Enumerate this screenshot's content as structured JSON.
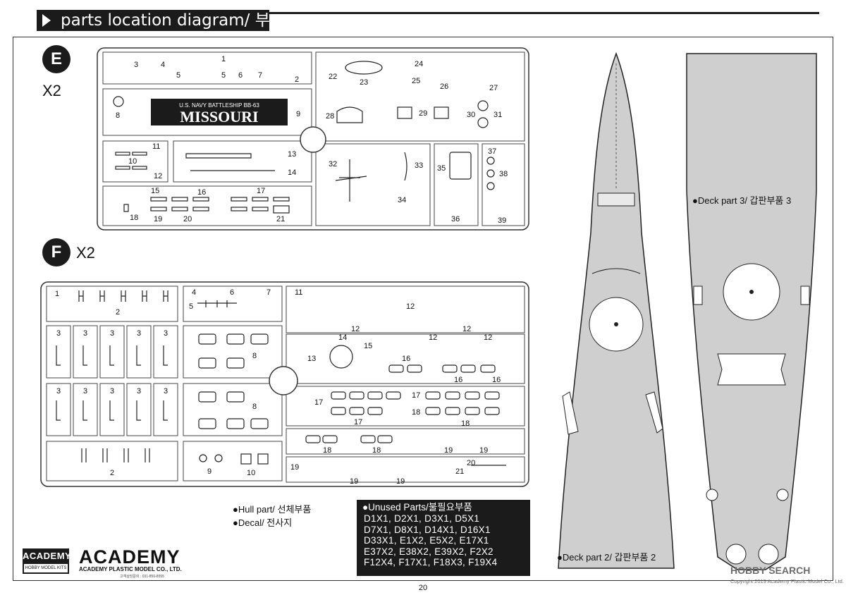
{
  "header": {
    "title": "parts location diagram/ 부품도"
  },
  "sprue_e": {
    "letter": "E",
    "count": "X2",
    "part_numbers": [
      "1",
      "2",
      "3",
      "4",
      "5",
      "5",
      "6",
      "7",
      "8",
      "9",
      "10",
      "11",
      "12",
      "13",
      "14",
      "15",
      "16",
      "17",
      "18",
      "19",
      "20",
      "21",
      "22",
      "23",
      "24",
      "25",
      "26",
      "27",
      "28",
      "29",
      "30",
      "31",
      "32",
      "33",
      "34",
      "35",
      "36",
      "37",
      "38",
      "39"
    ],
    "plate_line1": "U.S. NAVY BATTLESHIP BB-63",
    "plate_line2": "MISSOURI"
  },
  "sprue_f": {
    "letter": "F",
    "count": "X2",
    "part_numbers": [
      "1",
      "2",
      "2",
      "3",
      "3",
      "3",
      "3",
      "3",
      "3",
      "3",
      "3",
      "3",
      "3",
      "4",
      "5",
      "6",
      "7",
      "8",
      "8",
      "9",
      "10",
      "11",
      "12",
      "12",
      "12",
      "12",
      "12",
      "13",
      "14",
      "15",
      "16",
      "16",
      "16",
      "17",
      "17",
      "17",
      "18",
      "18",
      "18",
      "18",
      "19",
      "19",
      "19",
      "19",
      "19",
      "20",
      "21"
    ]
  },
  "deck_labels": {
    "deck3": "●Deck part 3/ 갑판부품 3",
    "deck2": "●Deck part 2/ 갑판부품 2"
  },
  "legend": {
    "hull": "●Hull part/ 선체부품",
    "decal": "●Decal/ 전사지"
  },
  "unused": {
    "title": "●Unused Parts/불필요부품",
    "rows": [
      "D1X1,  D2X1,  D3X1,  D5X1",
      "D7X1,  D8X1,  D14X1,  D16X1",
      "D33X1,  E1X2,  E5X2,  E17X1",
      "E37X2,  E38X2,  E39X2,  F2X2",
      "F12X4,  F17X1,  F18X3,  F19X4"
    ]
  },
  "logo": {
    "badge": "ACADEMY",
    "badge_sub": "HOBBY MODEL KITS",
    "wordmark": "ACADEMY",
    "company": "ACADEMY PLASTIC MODEL CO., LTD.",
    "contact": "고객상담문의 : 031-850-8555"
  },
  "page_number": "20",
  "watermark": {
    "text": "HOBBY SEARCH",
    "copyright": "Copyright 2019 Academy Plastic Model Co., Ltd."
  },
  "colors": {
    "ink": "#1b1b1b",
    "deck_fill": "#cfcfcf",
    "paper": "#ffffff"
  }
}
